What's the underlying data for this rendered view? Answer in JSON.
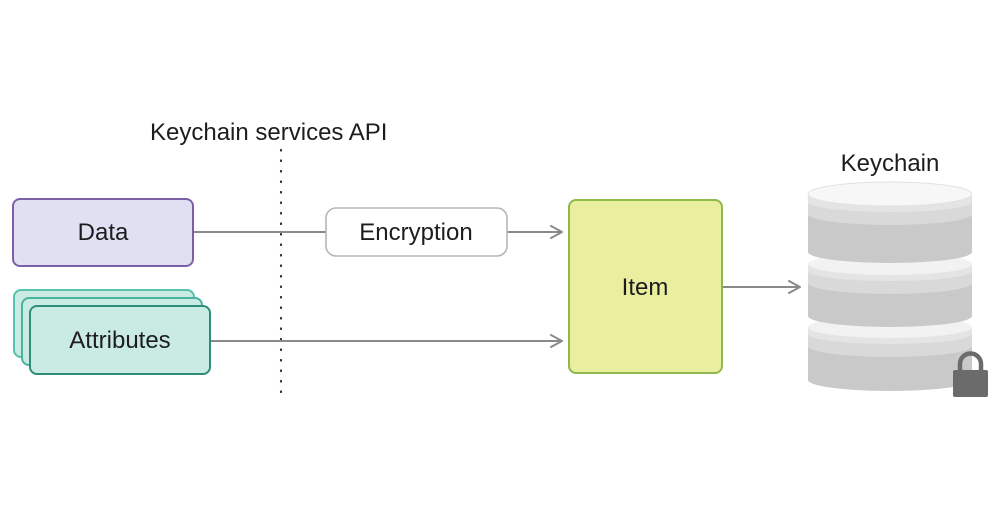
{
  "api_label": "Keychain services API",
  "nodes": {
    "data": {
      "label": "Data"
    },
    "attributes": {
      "label": "Attributes"
    },
    "encryption": {
      "label": "Encryption"
    },
    "item": {
      "label": "Item"
    },
    "keychain": {
      "label": "Keychain"
    }
  },
  "icons": {
    "database": "database-icon",
    "lock": "padlock-icon"
  },
  "colors": {
    "data_fill": "#dfe0f1",
    "data_stroke": "#7b60a8",
    "attributes_fill": "#c9ebe3",
    "attributes_stroke": "#2e8c7b",
    "item_fill": "#eaee9f",
    "item_stroke": "#8fb84f",
    "arrow": "#8a8a8a",
    "disk_light": "#ececec",
    "disk_mid": "#d9d9d9",
    "disk_dark": "#c9c9c9",
    "lock": "#6b6b6b"
  }
}
